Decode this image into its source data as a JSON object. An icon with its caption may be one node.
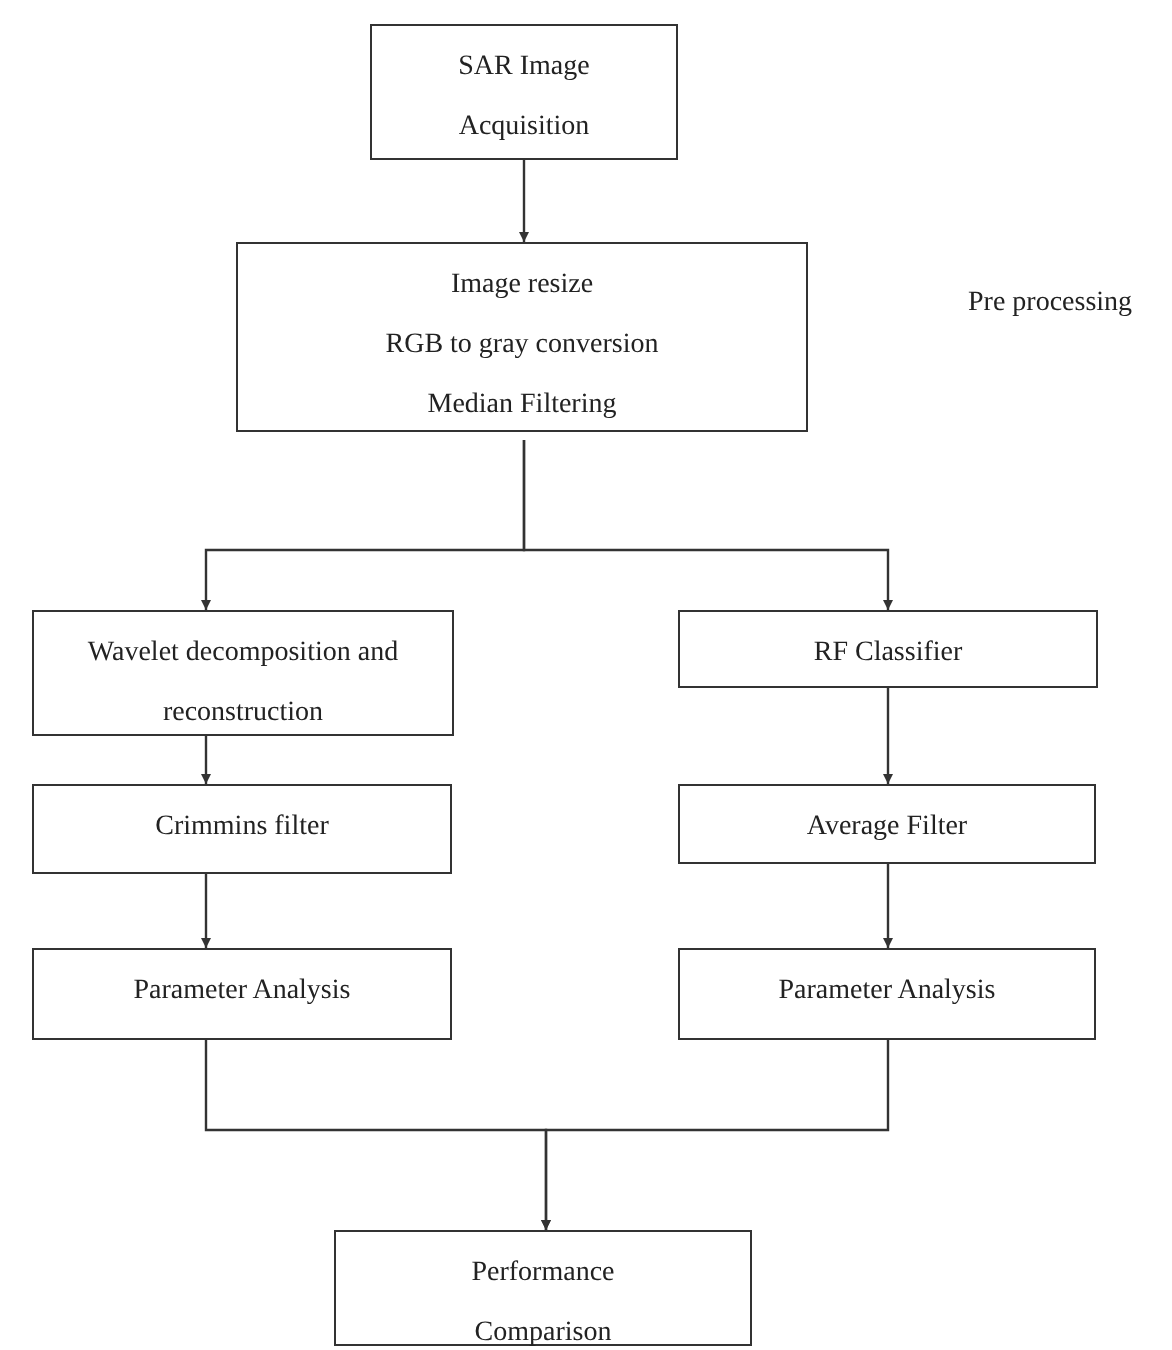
{
  "diagram": {
    "nodes": [
      {
        "text": [
          "SAR Image Acquisition"
        ]
      },
      {
        "text": [
          "Image resize",
          "RGB to gray conversion",
          "Median Filtering"
        ]
      },
      {
        "text": [
          "Wavelet decomposition and reconstruction"
        ]
      },
      {
        "text": [
          "RF Classifier"
        ]
      },
      {
        "text": [
          "Crimmins filter"
        ]
      },
      {
        "text": [
          "Average Filter"
        ]
      },
      {
        "text": [
          "Parameter Analysis"
        ]
      },
      {
        "text": [
          "Parameter Analysis"
        ]
      },
      {
        "text": [
          "Performance Comparison"
        ]
      }
    ],
    "edges": [
      {
        "from": 0,
        "to": 1,
        "arrow": "to"
      },
      {
        "from": 1,
        "to": 2,
        "arrow": "to"
      },
      {
        "from": 1,
        "to": 3,
        "arrow": "to"
      },
      {
        "from": 2,
        "to": 4,
        "arrow": "to"
      },
      {
        "from": 4,
        "to": 6,
        "arrow": "to"
      },
      {
        "from": 3,
        "to": 5,
        "arrow": "to"
      },
      {
        "from": 5,
        "to": 7,
        "arrow": "to"
      },
      {
        "from": 6,
        "to": 8,
        "arrow": "to"
      },
      {
        "from": 7,
        "to": 8,
        "arrow": "to"
      }
    ],
    "labels": [
      "Pre processing"
    ]
  }
}
